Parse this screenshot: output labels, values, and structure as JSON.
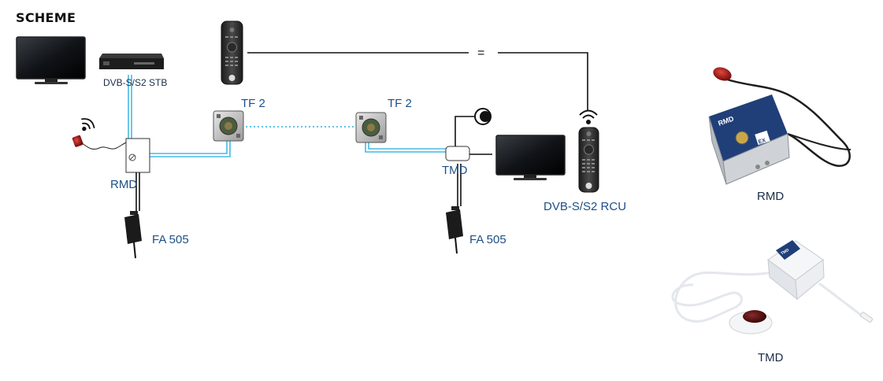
{
  "title": "SCHEME",
  "labels": {
    "stb": "DVB-S/S2 STB",
    "tf2_a": "TF 2",
    "tf2_b": "TF 2",
    "rmd": "RMD",
    "tmd": "TMD",
    "fa505_a": "FA 505",
    "fa505_b": "FA 505",
    "rcu": "DVB-S/S2 RCU",
    "equals": "=",
    "rmd_photo": "RMD",
    "tmd_photo": "TMD",
    "rmd_device_text": "RMD",
    "tmd_device_text": "TMD",
    "ex_badge": "EX"
  },
  "colors": {
    "cable_blue": "#48b9e3",
    "label_blue": "#1d4f86",
    "line_black": "#111111",
    "ir_red": "#c0161b",
    "rmd_box_blue": "#1f3f79"
  },
  "icons": [
    "tv-icon",
    "set-top-box-icon",
    "remote-control-icon",
    "wifi-signal-icon",
    "ir-sensor-icon",
    "tv-outlet-icon",
    "power-adapter-icon",
    "ir-receiver-eye-icon"
  ]
}
